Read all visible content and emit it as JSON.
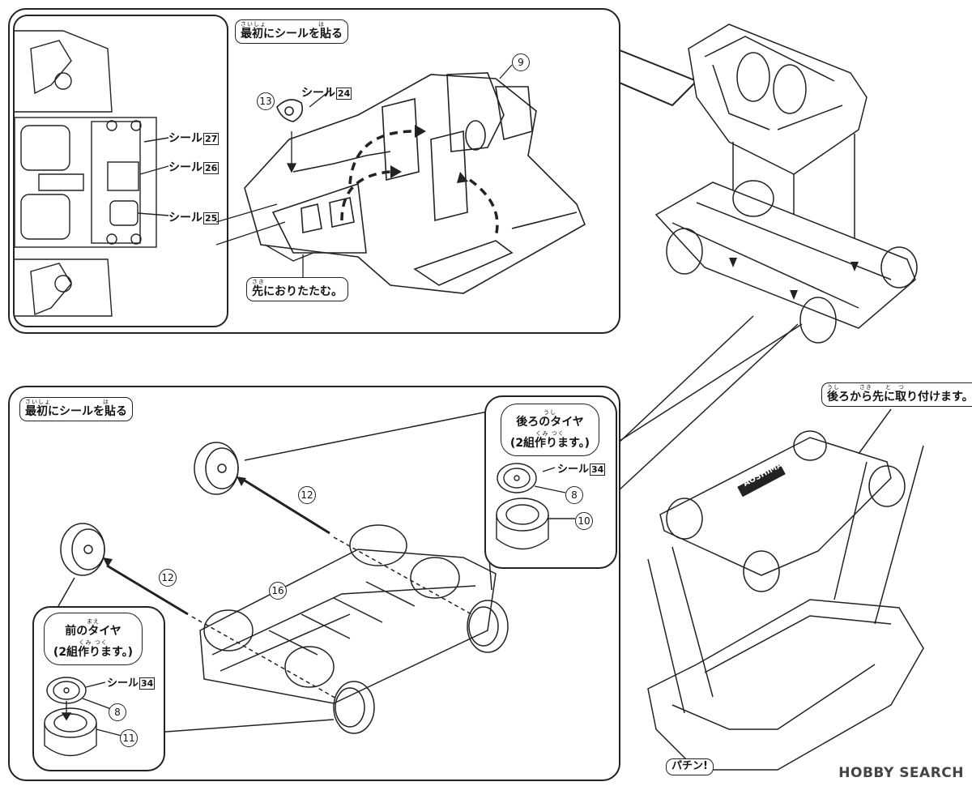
{
  "top_panel": {
    "banner": {
      "ruby": "さいしょ　　　　　　　　は",
      "text": "最初にシールを貼る"
    },
    "fold_note": {
      "ruby": "さき",
      "text": "先におりたたむ。"
    },
    "part_9": "9",
    "part_13": "13",
    "seal_24": {
      "label": "シール",
      "num": "24"
    },
    "inset_seals": [
      {
        "label": "シール",
        "num": "27"
      },
      {
        "label": "シール",
        "num": "26"
      },
      {
        "label": "シール",
        "num": "25"
      }
    ]
  },
  "bottom_panel": {
    "banner": {
      "ruby": "さいしょ　　　　　　　　は",
      "text": "最初にシールを貼る"
    },
    "part_12_upper": "12",
    "part_12_lower": "12",
    "part_16": "16",
    "rear_tire": {
      "ruby": "うし",
      "line1": "後ろのタイヤ",
      "ruby2": "くみ つく",
      "line2": "(2組作ります。)"
    },
    "front_tire": {
      "ruby": "まえ",
      "line1": "前のタイヤ",
      "ruby2": "くみ つく",
      "line2": "(2組作ります。)"
    },
    "rear_parts": {
      "seal_label": "シール",
      "seal_num": "34",
      "wheel": "8",
      "tire": "10"
    },
    "front_parts": {
      "seal_label": "シール",
      "seal_num": "34",
      "wheel": "8",
      "tire": "11"
    }
  },
  "right_side": {
    "attach_note": {
      "ruby": "うし　　　さき　　と　つ",
      "text": "後ろから先に取り付けます。"
    },
    "snap_note": "パチン!",
    "chassis_logo": "AOSHIMA"
  },
  "watermark": "HOBBY SEARCH"
}
